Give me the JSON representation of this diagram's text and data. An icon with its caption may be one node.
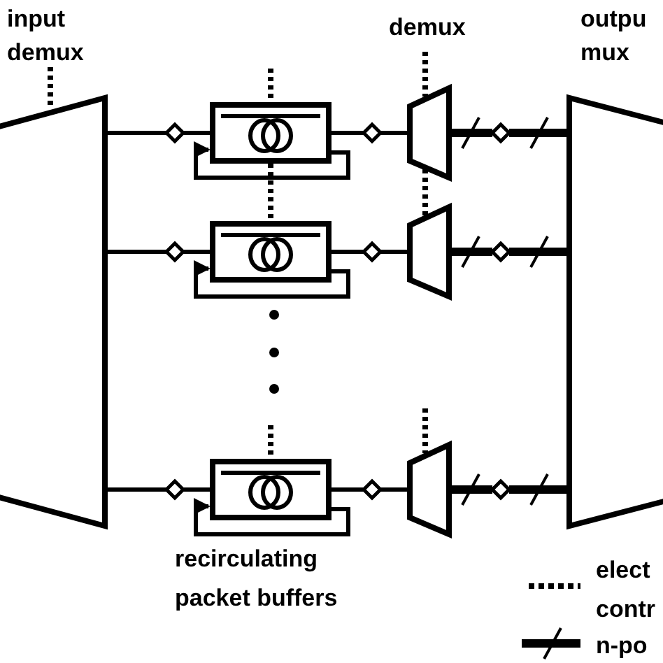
{
  "diagram": {
    "nodes": [
      {
        "text": [
          "input demux"
        ]
      },
      {
        "text": [
          "outpu mux"
        ]
      },
      {
        "text": [],
        "shape": "diamond"
      },
      {
        "text": [],
        "shape": "box"
      },
      {
        "text": [],
        "shape": "diamond"
      },
      {
        "text": [],
        "shape": "trapezoid"
      },
      {
        "text": [],
        "shape": "diamond"
      },
      {
        "text": [],
        "shape": "diamond"
      },
      {
        "text": [],
        "shape": "box"
      },
      {
        "text": [],
        "shape": "diamond"
      },
      {
        "text": [],
        "shape": "trapezoid"
      },
      {
        "text": [],
        "shape": "diamond"
      },
      {
        "text": [],
        "shape": "diamond"
      },
      {
        "text": [],
        "shape": "box"
      },
      {
        "text": [],
        "shape": "diamond"
      },
      {
        "text": [],
        "shape": "trapezoid"
      },
      {
        "text": [],
        "shape": "diamond"
      }
    ],
    "edges": [
      {
        "from": 0,
        "to": 2,
        "arrow": "none"
      },
      {
        "from": 2,
        "to": 3,
        "arrow": "none"
      },
      {
        "from": 3,
        "to": 3,
        "arrow": "to"
      },
      {
        "from": 3,
        "to": 4,
        "arrow": "none"
      },
      {
        "from": 4,
        "to": 5,
        "arrow": "none"
      },
      {
        "from": 5,
        "to": 6,
        "arrow": "none",
        "style": "thick"
      },
      {
        "from": 6,
        "to": 1,
        "arrow": "none",
        "style": "thick"
      },
      {
        "from": 0,
        "to": 7,
        "arrow": "none"
      },
      {
        "from": 7,
        "to": 8,
        "arrow": "none"
      },
      {
        "from": 8,
        "to": 8,
        "arrow": "to"
      },
      {
        "from": 8,
        "to": 9,
        "arrow": "none"
      },
      {
        "from": 9,
        "to": 10,
        "arrow": "none"
      },
      {
        "from": 10,
        "to": 11,
        "arrow": "none",
        "style": "thick"
      },
      {
        "from": 11,
        "to": 1,
        "arrow": "none",
        "style": "thick"
      },
      {
        "from": 0,
        "to": 12,
        "arrow": "none"
      },
      {
        "from": 12,
        "to": 13,
        "arrow": "none"
      },
      {
        "from": 13,
        "to": 13,
        "arrow": "to"
      },
      {
        "from": 13,
        "to": 14,
        "arrow": "none"
      },
      {
        "from": 14,
        "to": 15,
        "arrow": "none"
      },
      {
        "from": 15,
        "to": 16,
        "arrow": "none",
        "style": "thick"
      },
      {
        "from": 16,
        "to": 1,
        "arrow": "none",
        "style": "thick"
      },
      {
        "from": null,
        "to": 3,
        "arrow": "none",
        "style": "dashed"
      },
      {
        "from": 3,
        "to": 8,
        "arrow": "none",
        "style": "dashed"
      },
      {
        "from": null,
        "to": 13,
        "arrow": "none",
        "style": "dashed"
      },
      {
        "from": null,
        "to": 5,
        "arrow": "none",
        "style": "dashed"
      },
      {
        "from": 5,
        "to": 10,
        "arrow": "none",
        "style": "dashed"
      },
      {
        "from": null,
        "to": 15,
        "arrow": "none",
        "style": "dashed"
      }
    ],
    "labels": [
      "demux",
      "recirculating packet buffers"
    ],
    "legend": [
      {
        "text": "elect contr"
      },
      {
        "text": "n-po"
      }
    ]
  }
}
